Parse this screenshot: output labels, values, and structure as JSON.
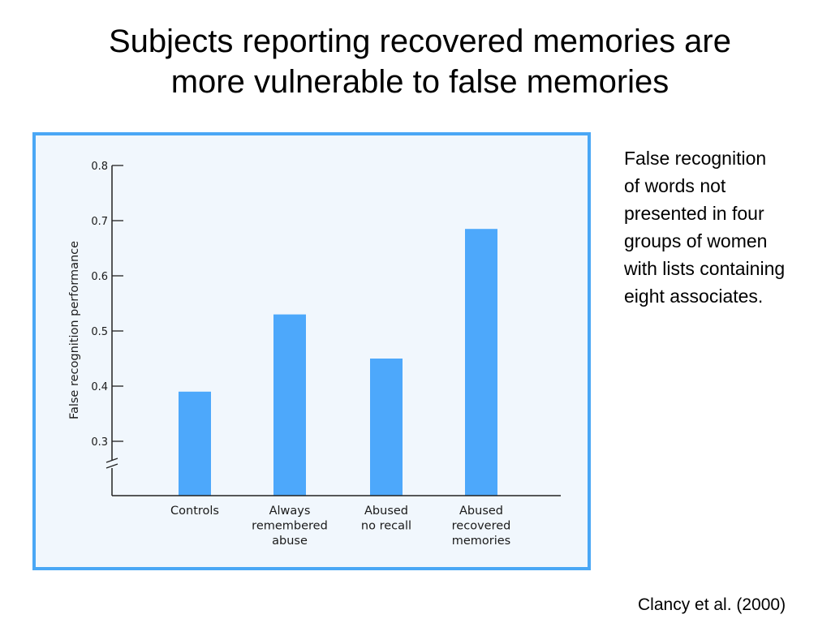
{
  "slide": {
    "title_lines": [
      "Subjects reporting recovered memories are",
      "more vulnerable to false memories"
    ],
    "note_lines": [
      "False recognition",
      "of words not",
      "presented in four",
      "groups of women",
      "with lists containing",
      "eight associates."
    ],
    "citation": "Clancy et al. (2000)"
  },
  "colors": {
    "bar": "#4da8fb",
    "panel_border": "#4aa7f5",
    "panel_bg": "#f1f7fd",
    "axis": "#222222"
  },
  "chart_data": {
    "type": "bar",
    "title": "",
    "xlabel": "",
    "ylabel": "False recognition performance",
    "categories": [
      [
        "Controls"
      ],
      [
        "Always",
        "remembered",
        "abuse"
      ],
      [
        "Abused",
        "no recall"
      ],
      [
        "Abused",
        "recovered",
        "memories"
      ]
    ],
    "values": [
      0.39,
      0.53,
      0.45,
      0.685
    ],
    "ylim": [
      0.3,
      0.8
    ],
    "yticks": [
      "0.3",
      "0.4",
      "0.5",
      "0.6",
      "0.7",
      "0.8"
    ],
    "axis_break": true,
    "grid": false,
    "legend": "none"
  }
}
